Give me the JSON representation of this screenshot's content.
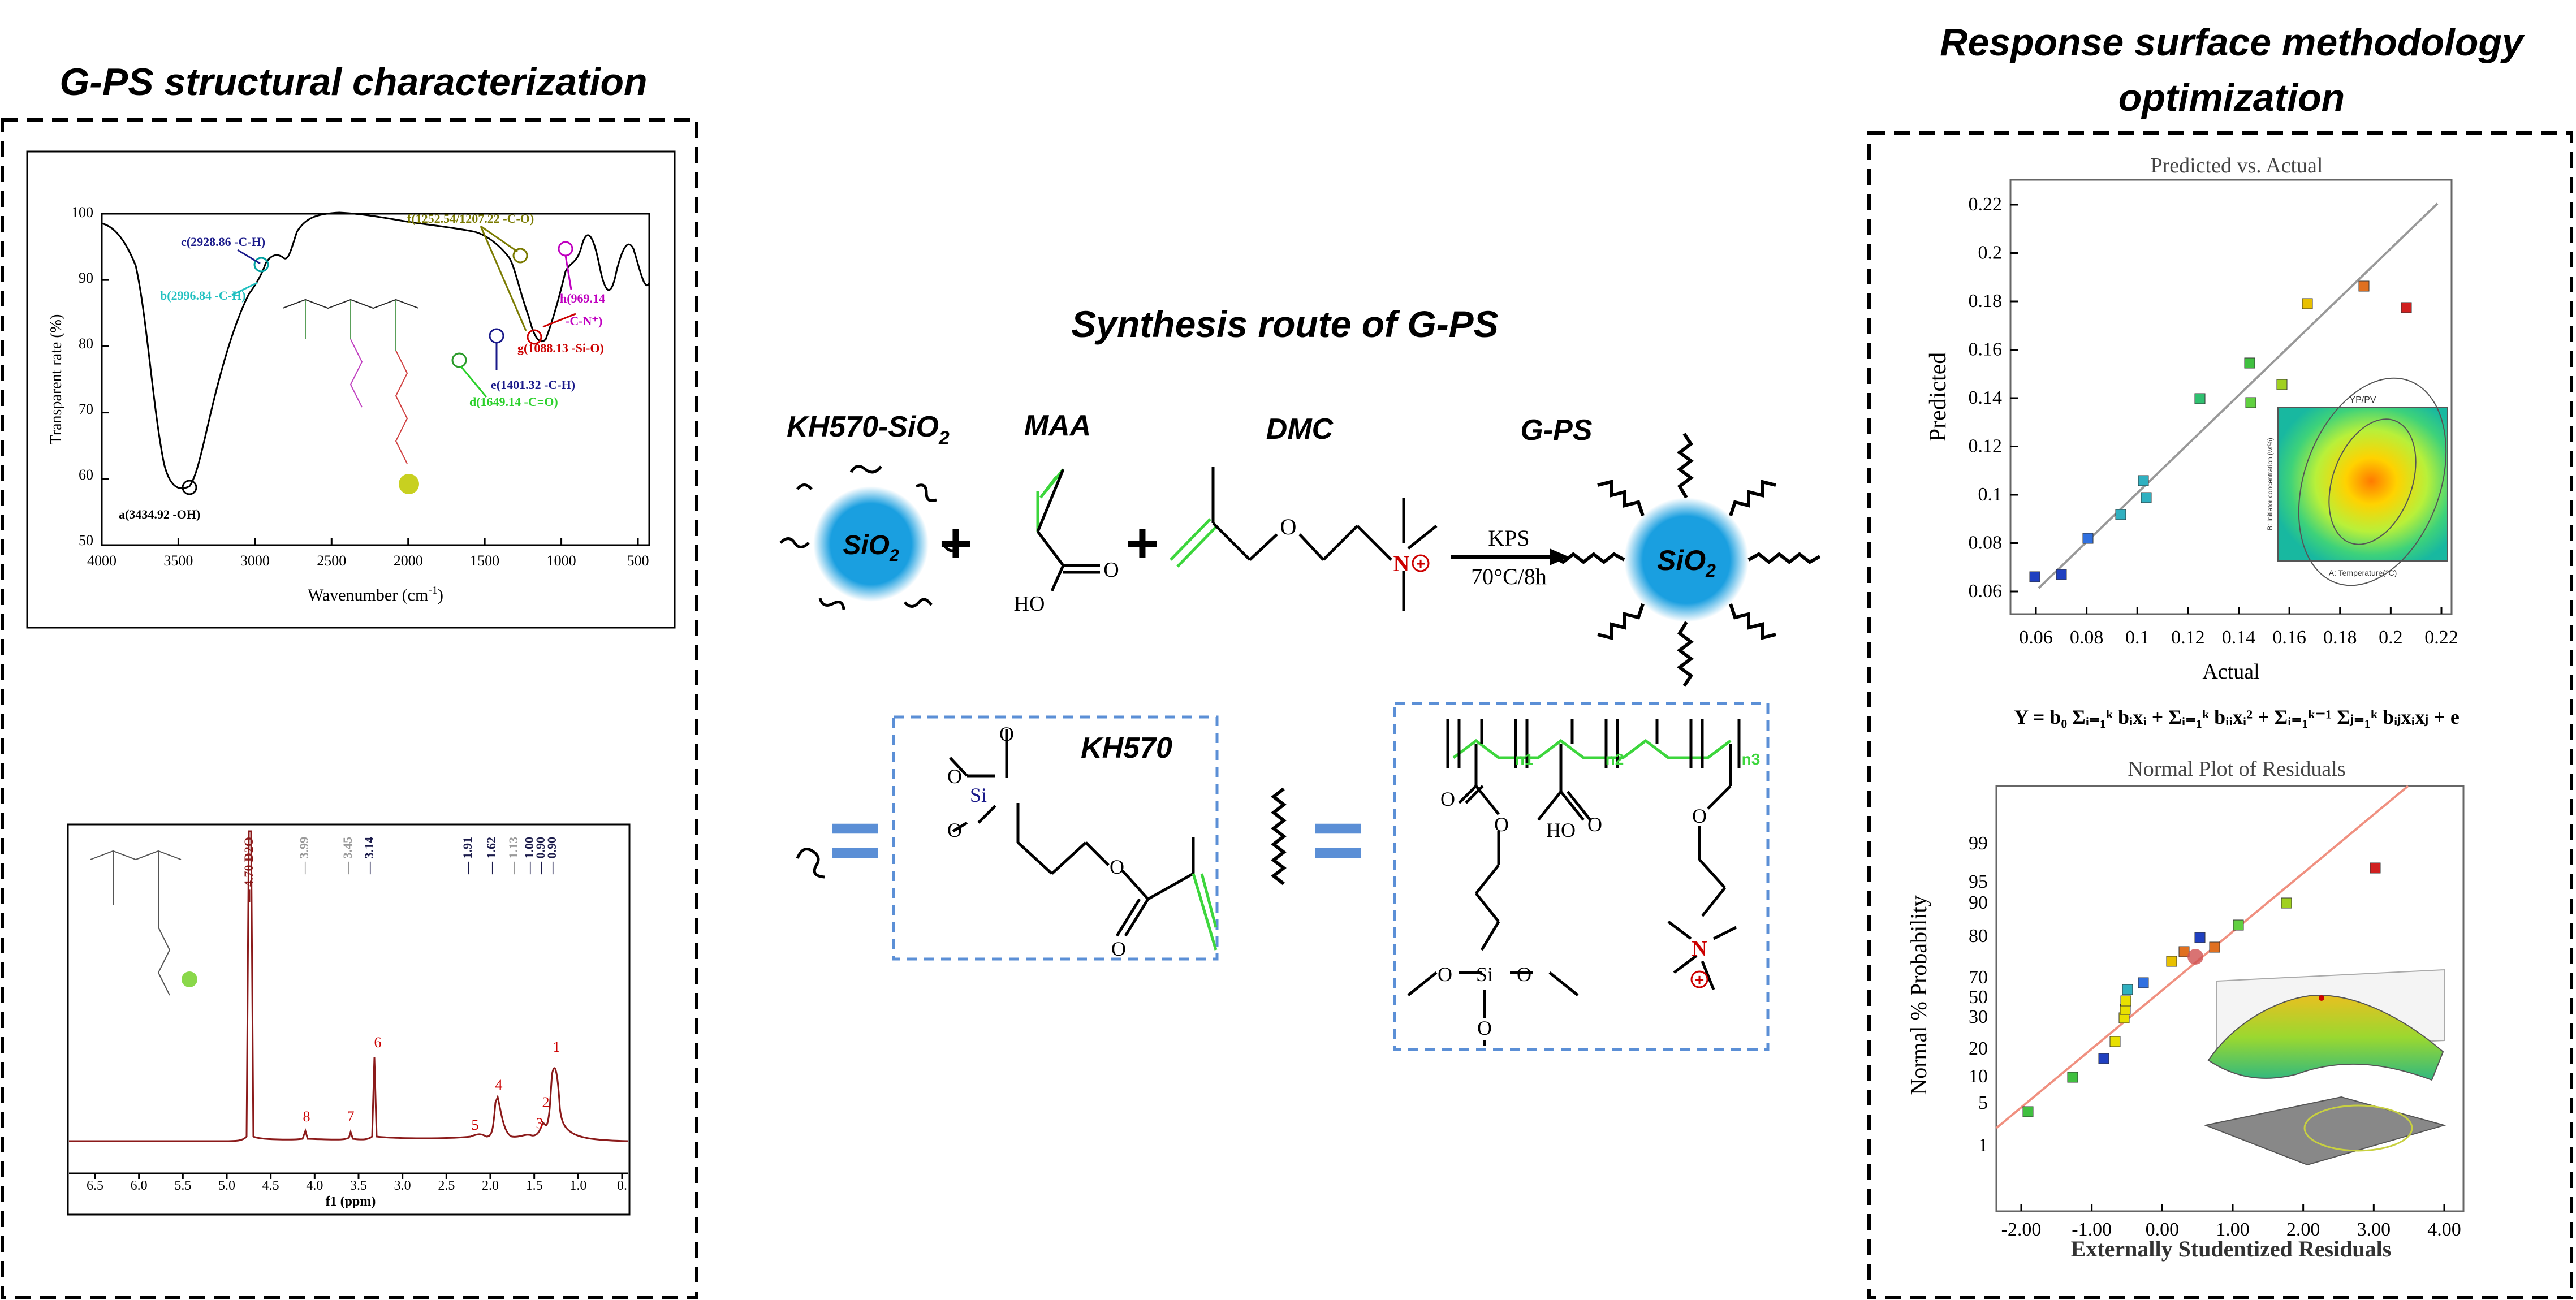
{
  "titles": {
    "left": "G-PS structural characterization",
    "center": "Synthesis route of G-PS",
    "right_line1": "Response surface methodology",
    "right_line2": "optimization"
  },
  "ftir": {
    "x_label": "Wavenumber (cm",
    "x_label_sup": "-1",
    "x_label_end": ")",
    "y_label": "Transparent rate (%)",
    "x_ticks": [
      "4000",
      "3500",
      "3000",
      "2500",
      "2000",
      "1500",
      "1000",
      "500"
    ],
    "y_ticks": [
      "100",
      "90",
      "80",
      "70",
      "60",
      "50"
    ],
    "peaks": {
      "a": "a(3434.92 -OH)",
      "b": "b(2996.84 -C-H)",
      "c": "c(2928.86 -C-H)",
      "d": "d(1649.14 -C=O)",
      "e": "e(1401.32 -C-H)",
      "f": "f(1252.54/1207.22 -C-O)",
      "g": "g(1088.13 -Si-O)",
      "h1": "h(969.14",
      "h2": "-C-N⁺)"
    }
  },
  "nmr": {
    "x_label": "f1 (ppm)",
    "x_ticks": [
      "6.5",
      "6.0",
      "5.5",
      "5.0",
      "4.5",
      "4.0",
      "3.5",
      "3.0",
      "2.5",
      "2.0",
      "1.5",
      "1.0",
      "0."
    ],
    "top_labels": [
      "4.70 D2O",
      "3.99",
      "3.45",
      "3.14",
      "1.91",
      "1.62",
      "1.13",
      "1.00",
      "0.90",
      "0.90"
    ],
    "peak_numbers": [
      "1",
      "2",
      "3",
      "4",
      "5",
      "6",
      "7",
      "8"
    ]
  },
  "synthesis": {
    "reactant1": "KH570-SiO",
    "reactant1_sub": "2",
    "reactant2": "MAA",
    "reactant3": "DMC",
    "product": "G-PS",
    "sio2": "SiO",
    "sio2_sub": "2",
    "plus": "+",
    "catalyst": "KPS",
    "conditions": "70°C/8h",
    "kh570": "KH570",
    "equals": "=",
    "si": "Si",
    "o": "O",
    "ho": "HO",
    "n": "N",
    "n1": "n1",
    "n2": "n2",
    "n3": "n3"
  },
  "pva": {
    "title": "Predicted vs. Actual",
    "x_label": "Actual",
    "y_label": "Predicted",
    "x_ticks": [
      "0.06",
      "0.08",
      "0.1",
      "0.12",
      "0.14",
      "0.16",
      "0.18",
      "0.2",
      "0.22"
    ],
    "y_ticks": [
      "0.22",
      "0.2",
      "0.18",
      "0.16",
      "0.14",
      "0.12",
      "0.1",
      "0.08",
      "0.06"
    ],
    "inset_title": "YP/PV",
    "inset_x": "A: Temperature(°C)",
    "inset_y": "B: Initiator concentration (wt%)"
  },
  "equation": "Y = b₀ Σᵢ₌₁ᵏ bᵢxᵢ + Σᵢ₌₁ᵏ bᵢᵢxᵢ² + Σᵢ₌₁ᵏ⁻¹ Σⱼ₌₁ᵏ bᵢⱼxᵢxⱼ + e",
  "residuals": {
    "title": "Normal Plot of Residuals",
    "x_label": "Externally Studentized Residuals",
    "y_label": "Normal % Probability",
    "x_ticks": [
      "-2.00",
      "-1.00",
      "0.00",
      "1.00",
      "2.00",
      "3.00",
      "4.00"
    ],
    "y_ticks": [
      "99",
      "95",
      "90",
      "80",
      "70",
      "50",
      "30",
      "20",
      "10",
      "5",
      "1"
    ]
  },
  "colors": {
    "sio2_blue": "#1a9fe0",
    "green": "#3cd63c",
    "red": "#cc0000",
    "dash_blue": "#5b8fd6",
    "equals_blue": "#5b8fd6",
    "nmr_red": "#8b1a1a",
    "fit_line_red": "#f09080"
  }
}
